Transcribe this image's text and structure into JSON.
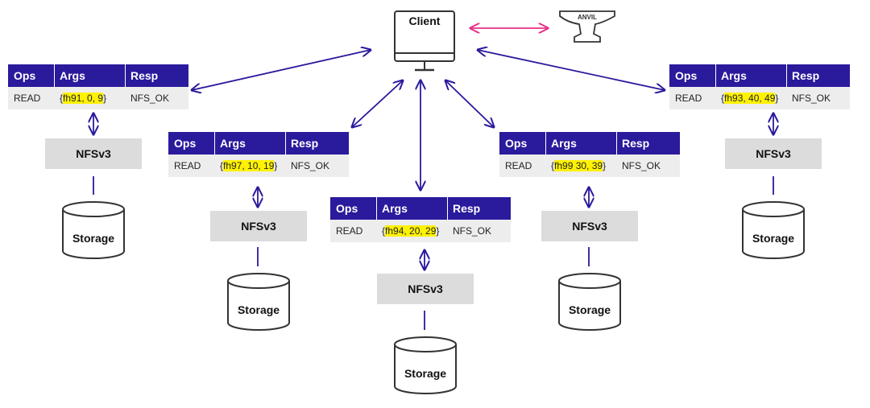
{
  "client": {
    "label": "Client"
  },
  "anvil": {
    "label": "ANVIL"
  },
  "table_headers": {
    "ops": "Ops",
    "args": "Args",
    "resp": "Resp"
  },
  "nodes": [
    {
      "op": "READ",
      "arg_open": "{",
      "arg": "fh91, 0, 9",
      "arg_close": "}",
      "resp": "NFS_OK",
      "nfs": "NFSv3",
      "storage": "Storage"
    },
    {
      "op": "READ",
      "arg_open": "{",
      "arg": "fh97, 10, 19",
      "arg_close": "}",
      "resp": "NFS_OK",
      "nfs": "NFSv3",
      "storage": "Storage"
    },
    {
      "op": "READ",
      "arg_open": "{",
      "arg": "fh94, 20, 29",
      "arg_close": "}",
      "resp": "NFS_OK",
      "nfs": "NFSv3",
      "storage": "Storage"
    },
    {
      "op": "READ",
      "arg_open": "{",
      "arg": "fh99 30, 39",
      "arg_close": "}",
      "resp": "NFS_OK",
      "nfs": "NFSv3",
      "storage": "Storage"
    },
    {
      "op": "READ",
      "arg_open": "{",
      "arg": "fh93, 40, 49",
      "arg_close": "}",
      "resp": "NFS_OK",
      "nfs": "NFSv3",
      "storage": "Storage"
    }
  ],
  "colors": {
    "header": "#2a1a9c",
    "arrow": "#2a1a9c",
    "link": "#e8318a",
    "highlight": "#fff200",
    "nfs_box": "#dcdcdc",
    "data_row": "#ededed"
  }
}
